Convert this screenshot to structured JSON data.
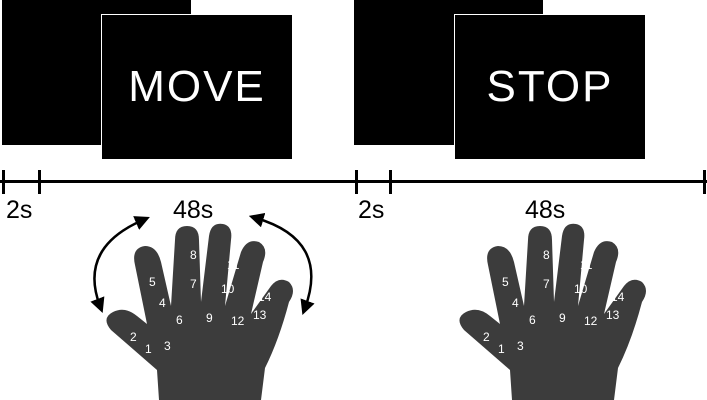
{
  "blocks": [
    {
      "label": "MOVE",
      "rest_duration": "2s",
      "task_duration": "48s"
    },
    {
      "label": "STOP",
      "rest_duration": "2s",
      "task_duration": "48s"
    }
  ],
  "hand_marker_labels": [
    "1",
    "2",
    "3",
    "4",
    "5",
    "6",
    "7",
    "8",
    "9",
    "10",
    "11",
    "12",
    "13",
    "14"
  ],
  "colors": {
    "screen": "#000000",
    "hand": "#3c3c3c",
    "marker_text": "#ffffff"
  },
  "icons": {
    "curved_arrow": "double-headed curved arrow indicating finger movement"
  }
}
